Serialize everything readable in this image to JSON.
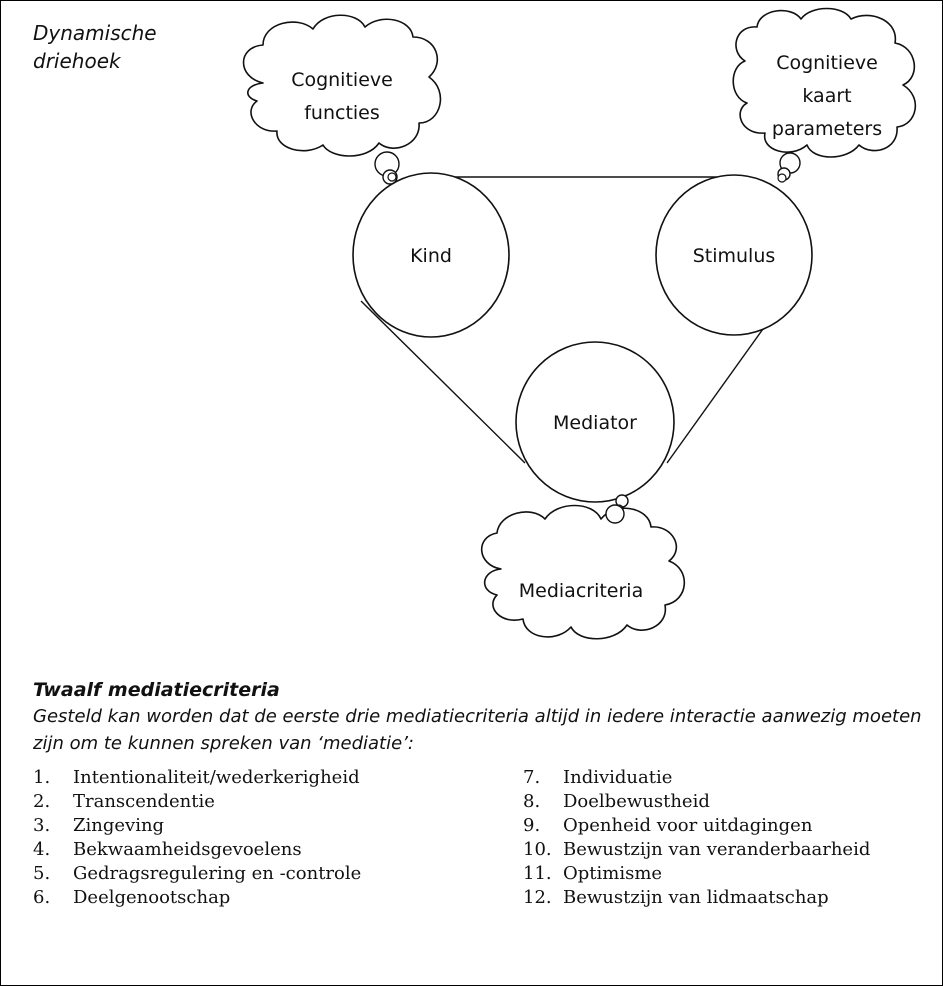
{
  "diagram": {
    "title_lines": [
      "Dynamische",
      "driehoek"
    ],
    "nodes": {
      "kind": "Kind",
      "stimulus": "Stimulus",
      "mediator": "Mediator"
    },
    "clouds": {
      "left_lines": [
        "Cognitieve",
        "functies"
      ],
      "right_lines": [
        "Cognitieve",
        "kaart",
        "parameters"
      ],
      "bottom_lines": [
        "Mediacriteria"
      ]
    }
  },
  "section": {
    "heading": "Twaalf mediatiecriteria",
    "intro": "Gesteld kan worden dat de eerste drie mediatiecriteria altijd in iedere interactie aanwezig moeten zijn om te kunnen spreken van ‘mediatie’:"
  },
  "criteria_left": [
    {
      "num": "1.",
      "label": "Intentionaliteit/wederkerigheid"
    },
    {
      "num": "2.",
      "label": "Transcendentie"
    },
    {
      "num": "3.",
      "label": "Zingeving"
    },
    {
      "num": "4.",
      "label": "Bekwaamheidsgevoelens"
    },
    {
      "num": "5.",
      "label": "Gedragsregulering en -controle"
    },
    {
      "num": "6.",
      "label": "Deelgenootschap"
    }
  ],
  "criteria_right": [
    {
      "num": "7.",
      "label": "Individuatie"
    },
    {
      "num": "8.",
      "label": "Doelbewustheid"
    },
    {
      "num": "9.",
      "label": "Openheid voor uitdagingen"
    },
    {
      "num": "10.",
      "label": "Bewustzijn van veranderbaarheid"
    },
    {
      "num": "11.",
      "label": "Optimisme"
    },
    {
      "num": "12.",
      "label": "Bewustzijn van lidmaatschap"
    }
  ]
}
